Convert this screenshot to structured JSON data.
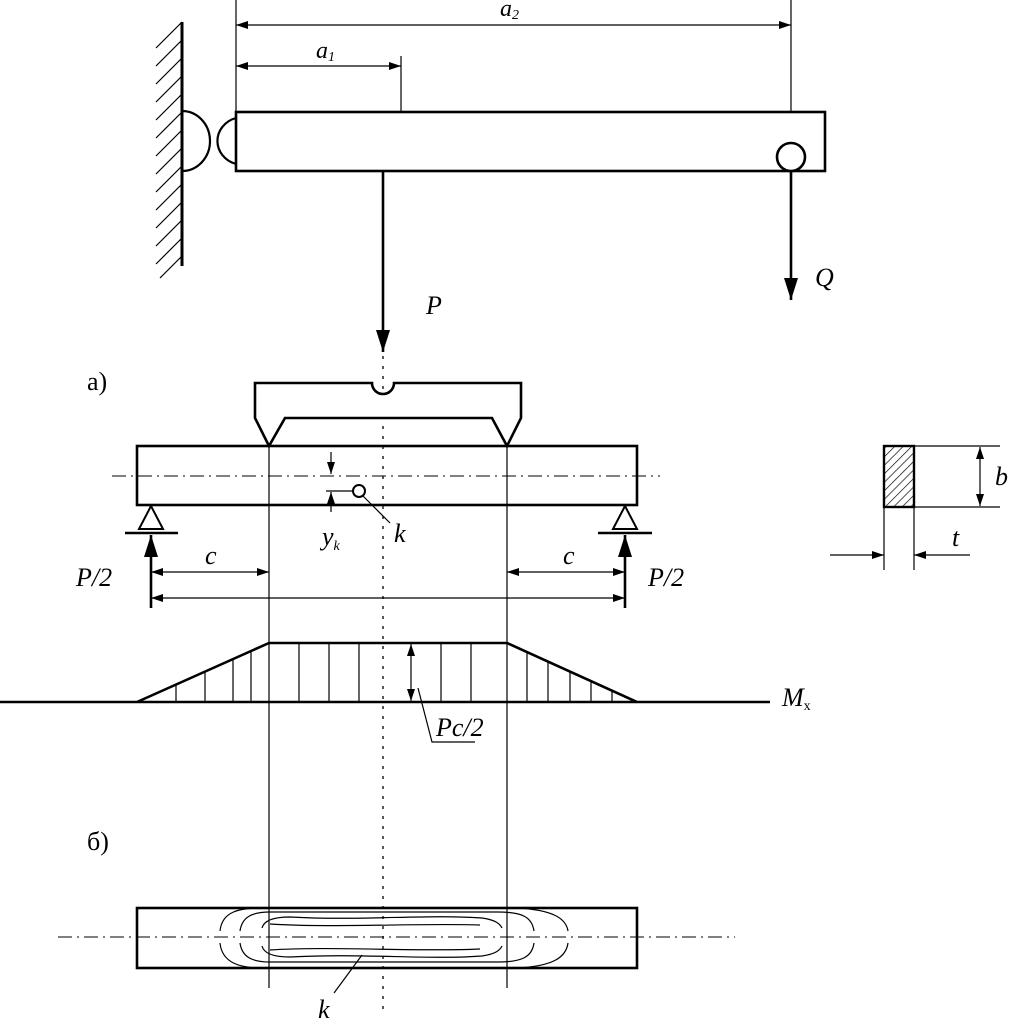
{
  "lever": {
    "dim_a1": "a",
    "dim_a1_sub": "1",
    "dim_a2": "a",
    "dim_a2_sub": "2",
    "force_P": "P",
    "force_Q": "Q"
  },
  "part_a": {
    "label": "а)",
    "reaction_left": "P/2",
    "reaction_right": "P/2",
    "dim_c_left": "c",
    "dim_c_right": "c",
    "y_k": "y",
    "y_k_sub": "k",
    "point_k": "k",
    "moment_label": "M",
    "moment_sub": "x",
    "moment_value": "Pc/2"
  },
  "section": {
    "dim_b": "b",
    "dim_t": "t"
  },
  "part_b": {
    "label": "б)",
    "point_k": "k"
  }
}
